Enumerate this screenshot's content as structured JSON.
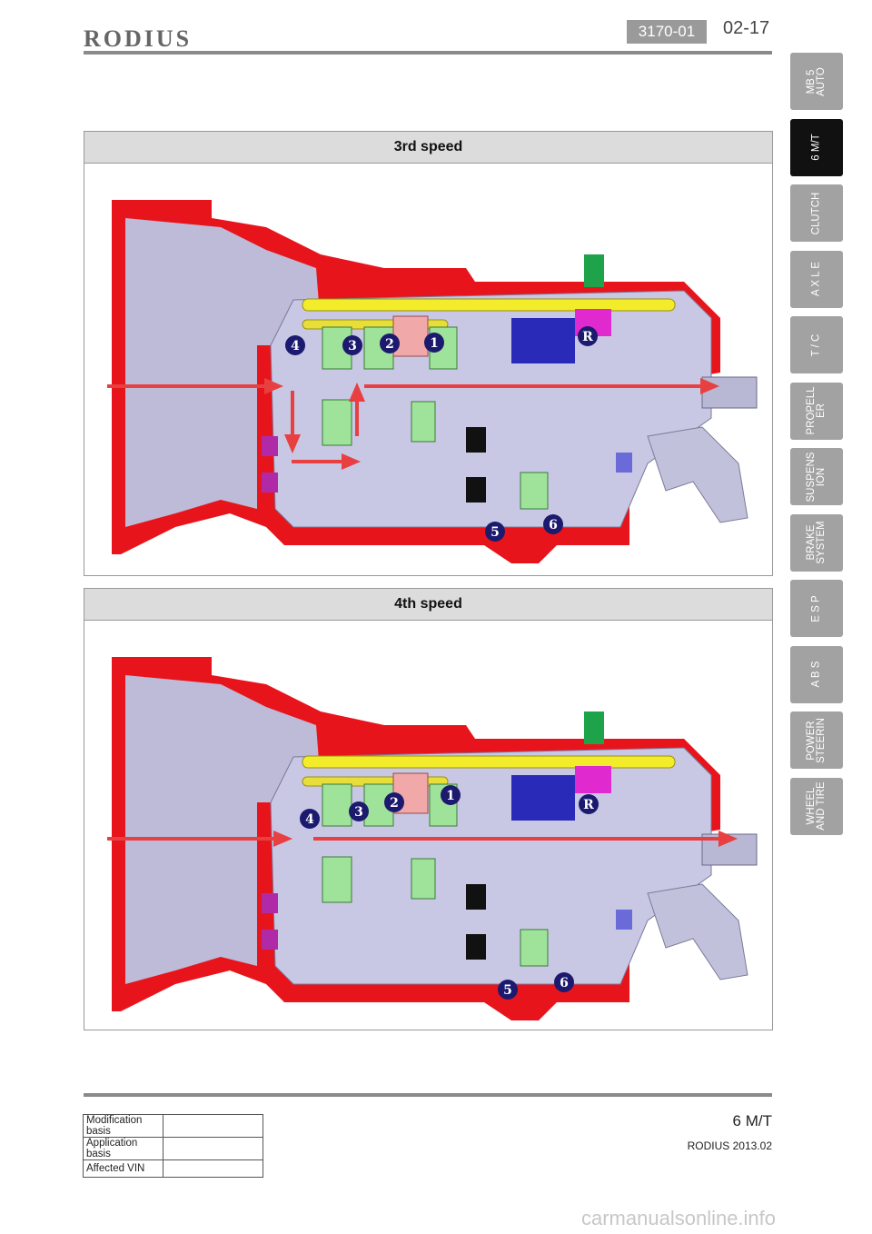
{
  "header": {
    "brand": "RODIUS",
    "section_code": "3170-01",
    "page_number": "02-17"
  },
  "tabs": [
    {
      "label": "MB 5\nAUTO",
      "active": false
    },
    {
      "label": "6 M/T",
      "active": true
    },
    {
      "label": "CLUTCH",
      "active": false
    },
    {
      "label": "A X L E",
      "active": false
    },
    {
      "label": "T / C",
      "active": false
    },
    {
      "label": "PROPELL\nER",
      "active": false
    },
    {
      "label": "SUSPENS\nION",
      "active": false
    },
    {
      "label": "BRAKE\nSYSTEM",
      "active": false
    },
    {
      "label": "E S P",
      "active": false
    },
    {
      "label": "A B S",
      "active": false
    },
    {
      "label": "POWER\nSTEERIN",
      "active": false
    },
    {
      "label": "WHEEL\nAND TIRE",
      "active": false
    }
  ],
  "figures": [
    {
      "title": "3rd speed",
      "markers": [
        "4",
        "3",
        "2",
        "1",
        "R",
        "5",
        "6"
      ]
    },
    {
      "title": "4th speed",
      "markers": [
        "4",
        "3",
        "2",
        "1",
        "R",
        "5",
        "6"
      ]
    }
  ],
  "modification_table": {
    "rows": [
      {
        "label": "Modification basis",
        "value": ""
      },
      {
        "label": "Application basis",
        "value": ""
      },
      {
        "label": "Affected VIN",
        "value": ""
      }
    ]
  },
  "footer": {
    "section": "6 M/T",
    "model": "RODIUS 2013.02",
    "watermark": "carmanualsonline.info"
  },
  "colors": {
    "housing": "#e8141c",
    "shaft": "#f2ec2a",
    "body": "#c9c8e4",
    "flow_arrow": "#e84040",
    "marker": "#1c1a6e"
  }
}
